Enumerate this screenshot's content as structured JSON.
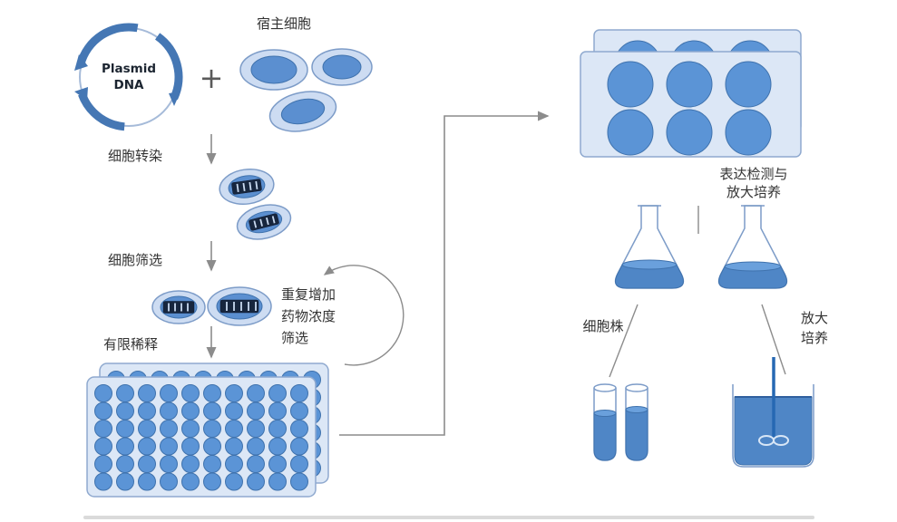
{
  "labels": {
    "plasmid_line1": "Plasmid",
    "plasmid_line2": "DNA",
    "plus_sign": "+",
    "host_cells": "宿主细胞",
    "transfection": "细胞转染",
    "screening": "细胞筛选",
    "limited_dilution": "有限稀释",
    "repeat_selection_line1": "重复增加",
    "repeat_selection_line2": "药物浓度",
    "repeat_selection_line3": "筛选",
    "expression_line1": "表达检测与",
    "expression_line2": "放大培养",
    "cell_strain": "细胞株",
    "scale_up_line1": "放大",
    "scale_up_line2": "培养"
  },
  "colors": {
    "cell_fill": "#cddcf2",
    "nucleus": "#5b8fd0",
    "outline": "#7d9cc8",
    "plate_fill": "#dce7f6",
    "well_fill": "#5b94d6",
    "liquid": "#4f86c6",
    "dna_band": "#17263e",
    "arrow": "#8c8c8c",
    "plasmid_arc": "#4577b4",
    "text": "#333333"
  },
  "plates": {
    "plate_96_well": {
      "rows": 6,
      "cols": 10
    },
    "plate_6_well": {
      "rows": 2,
      "cols": 3
    }
  }
}
